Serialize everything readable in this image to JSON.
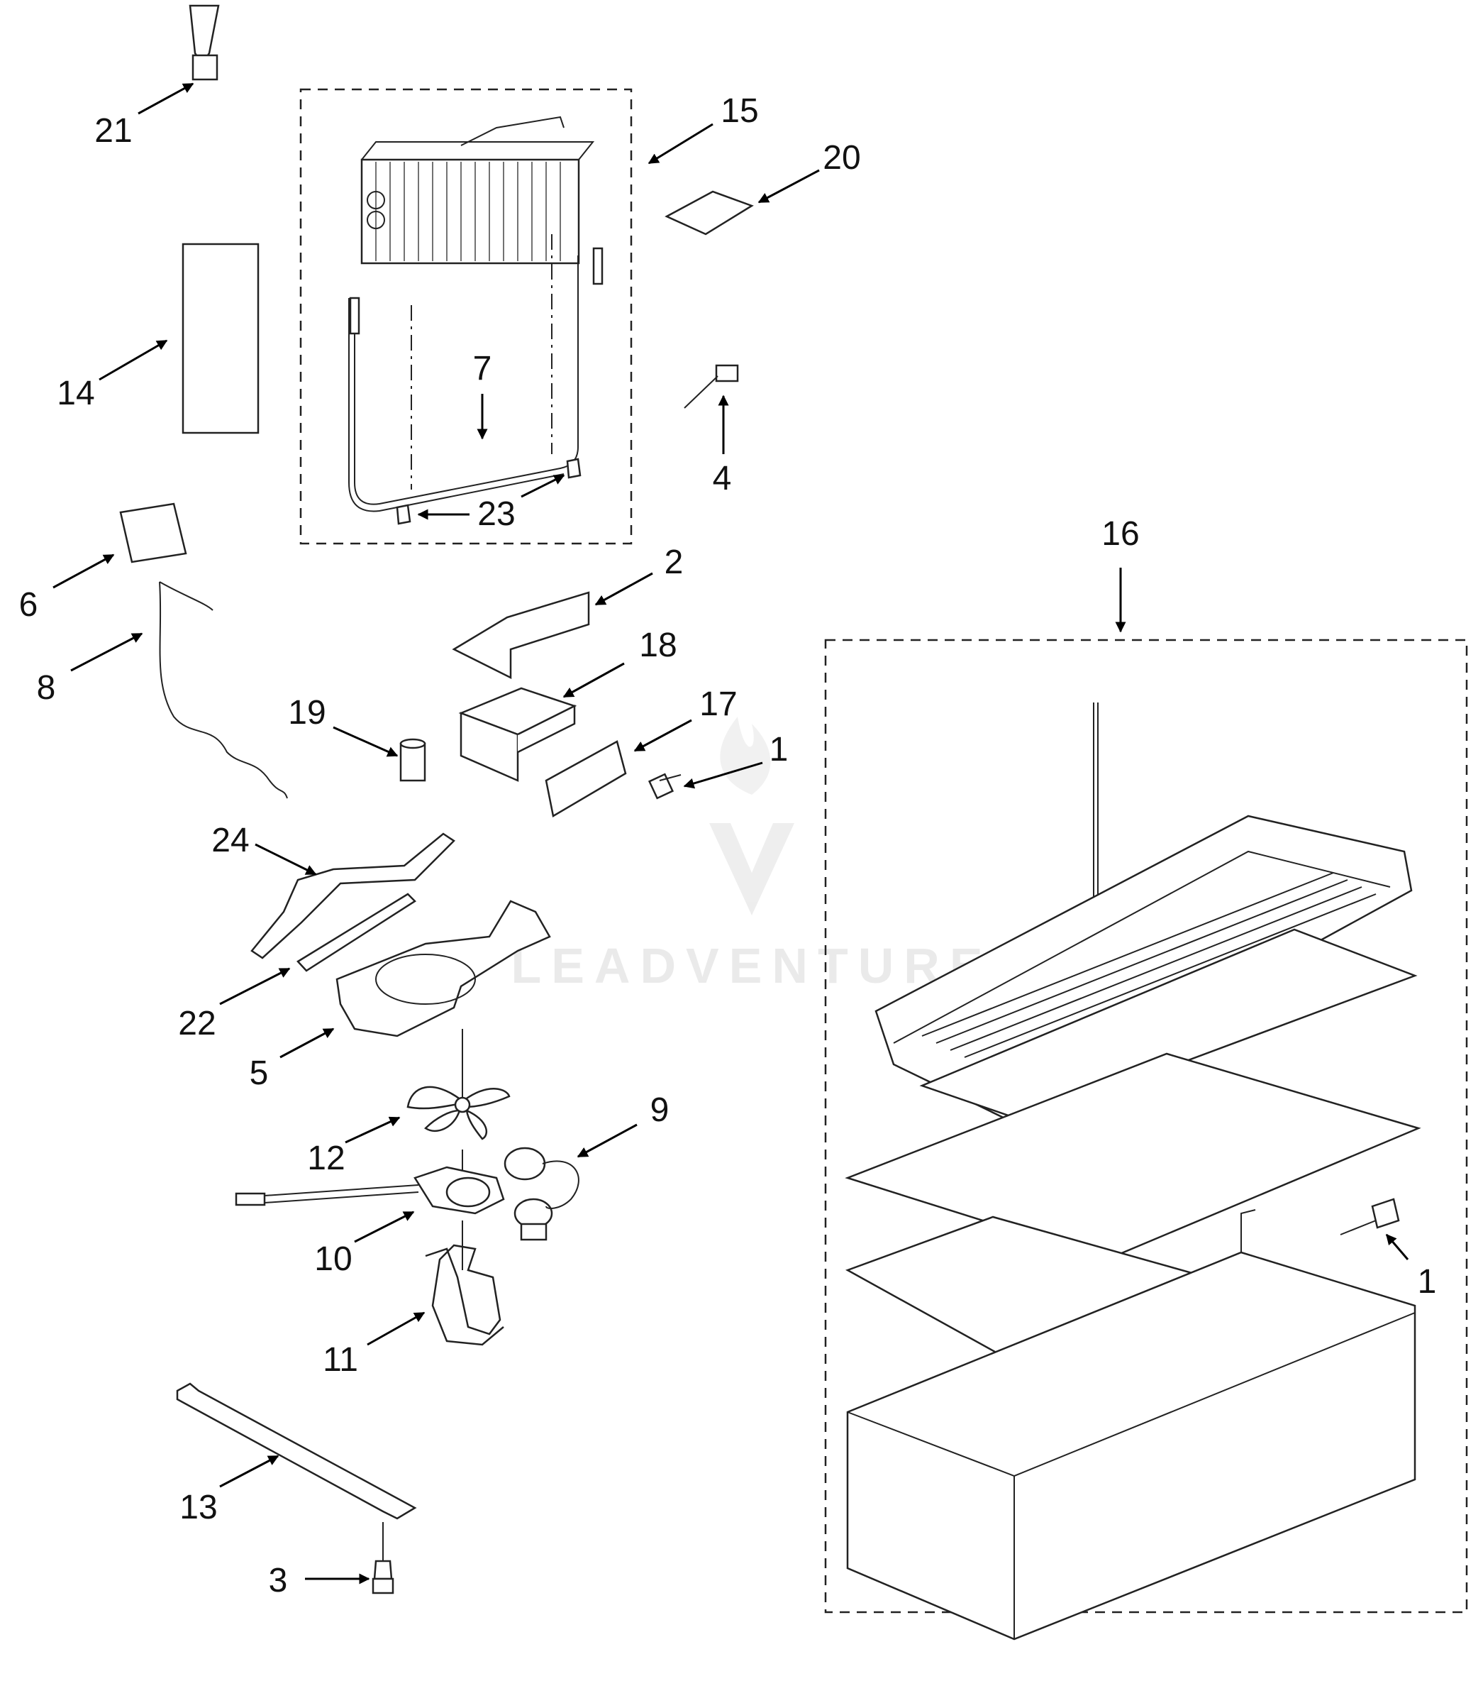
{
  "callouts": {
    "c1a": "1",
    "c1b": "1",
    "c2": "2",
    "c3": "3",
    "c4": "4",
    "c5": "5",
    "c6": "6",
    "c7": "7",
    "c8": "8",
    "c9": "9",
    "c10": "10",
    "c11": "11",
    "c12": "12",
    "c13": "13",
    "c14": "14",
    "c15": "15",
    "c16": "16",
    "c17": "17",
    "c18": "18",
    "c19": "19",
    "c20": "20",
    "c21": "21",
    "c22": "22",
    "c23": "23",
    "c24": "24"
  },
  "watermark": {
    "text": "LEADVENTURE"
  }
}
